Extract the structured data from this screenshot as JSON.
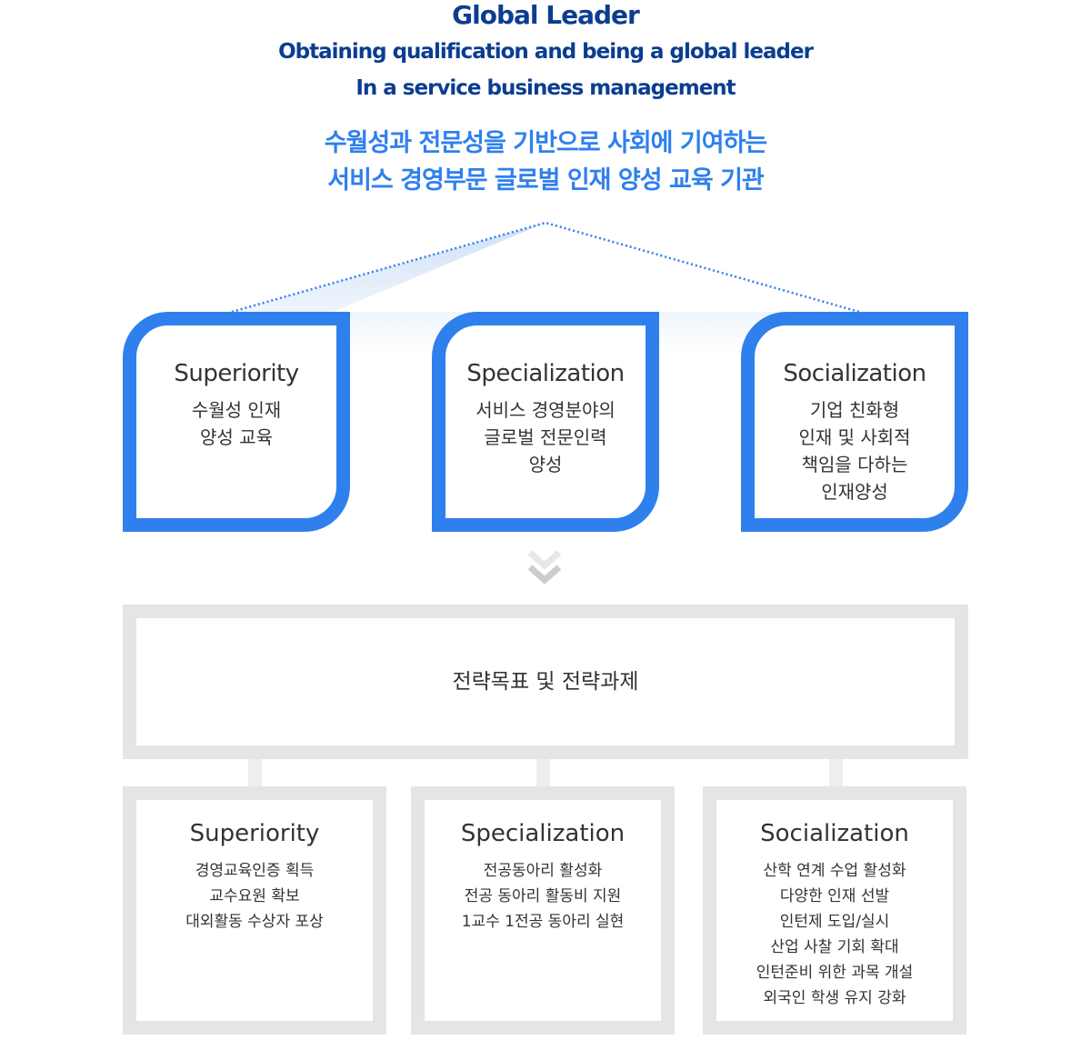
{
  "header": {
    "title": "Global Leader",
    "subtitle1": "Obtaining qualification and being a global leader",
    "subtitle2": "In a service business management",
    "korean_line1": "수월성과 전문성을 기반으로 사회에 기여하는",
    "korean_line2": "서비스 경영부문 글로벌 인재 양성 교육 기관"
  },
  "values": [
    {
      "title": "Superiority",
      "desc": "수월성 인재\n양성 교육"
    },
    {
      "title": "Specialization",
      "desc": "서비스 경영분야의\n글로벌 전문인력\n양성"
    },
    {
      "title": "Socialization",
      "desc": "기업 친화형\n인재 및 사회적\n책임을 다하는\n인재양성"
    }
  ],
  "strategy": {
    "title": "전략목표 및 전략과제"
  },
  "tasks": [
    {
      "title": "Superiority",
      "items": "경영교육인증 획득\n교수요원 확보\n대외활동 수상자 포상"
    },
    {
      "title": "Specialization",
      "items": "전공동아리 활성화\n전공 동아리 활동비 지원\n1교수 1전공 동아리 실현"
    },
    {
      "title": "Socialization",
      "items": "산학 연계 수업 활성화\n다양한 인재 선발\n인턴제 도입/실시\n산업 사찰 기회 확대\n인턴준비 위한 과목 개설\n외국인 학생 유지 강화"
    }
  ],
  "colors": {
    "brand": "#2f80ed",
    "navy": "#0b3d91",
    "gray": "#e5e5e5"
  }
}
